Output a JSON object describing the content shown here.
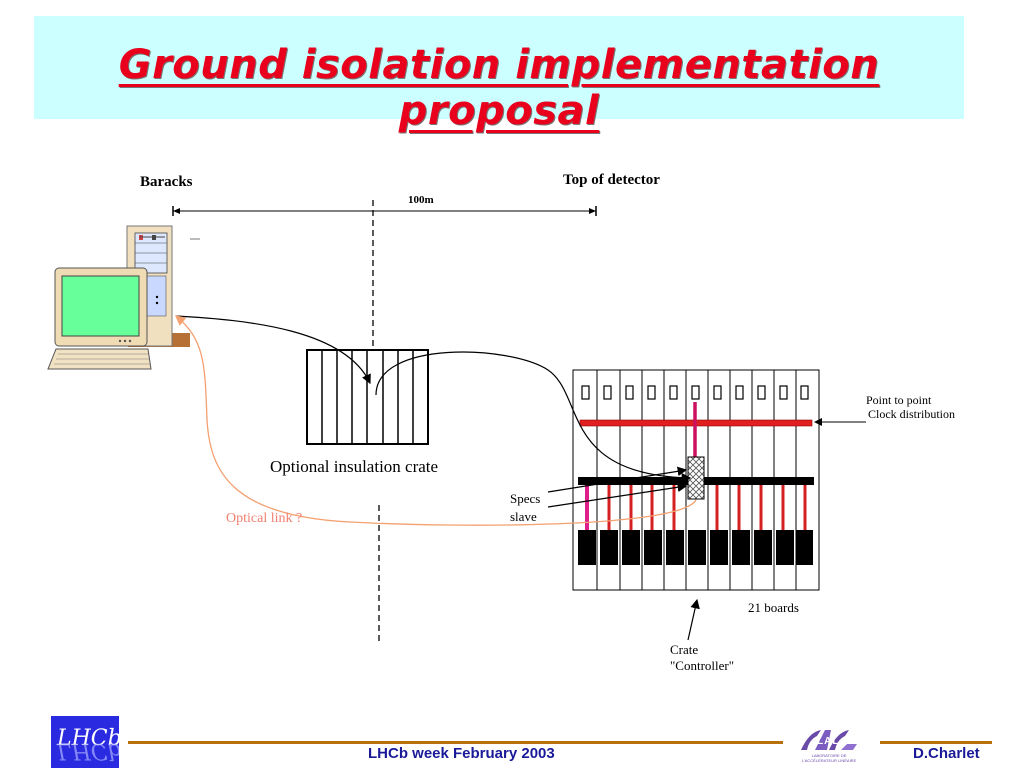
{
  "slide": {
    "title": "Ground isolation implementation proposal"
  },
  "labels": {
    "baracks": "Baracks",
    "top_of_detector": "Top of detector",
    "distance": "100m",
    "insulation_crate": "Optional insulation crate",
    "specs_slave_line1": "Specs",
    "specs_slave_line2": "slave",
    "optical_link": "Optical link ?",
    "clock_line1": "Point to point",
    "clock_line2": "Clock distribution",
    "boards": "21 boards",
    "crate_controller_line1": "Crate",
    "crate_controller_line2": "\"Controller\""
  },
  "footer": {
    "left_logo": "LHCb",
    "center": "LHCb week February  2003",
    "right_logo": "LAL",
    "right_logo_caption": "LABORATOIRE DE L'ACCÉLÉRATEUR LINÉAIRE",
    "author": "D.Charlet"
  },
  "colors": {
    "title": "#e8001c",
    "title_bg": "#ccffff",
    "optical_link": "#f4a070",
    "clock_bar": "#e02020",
    "footer_line": "#b8700a",
    "footer_text": "#1a1a99"
  }
}
